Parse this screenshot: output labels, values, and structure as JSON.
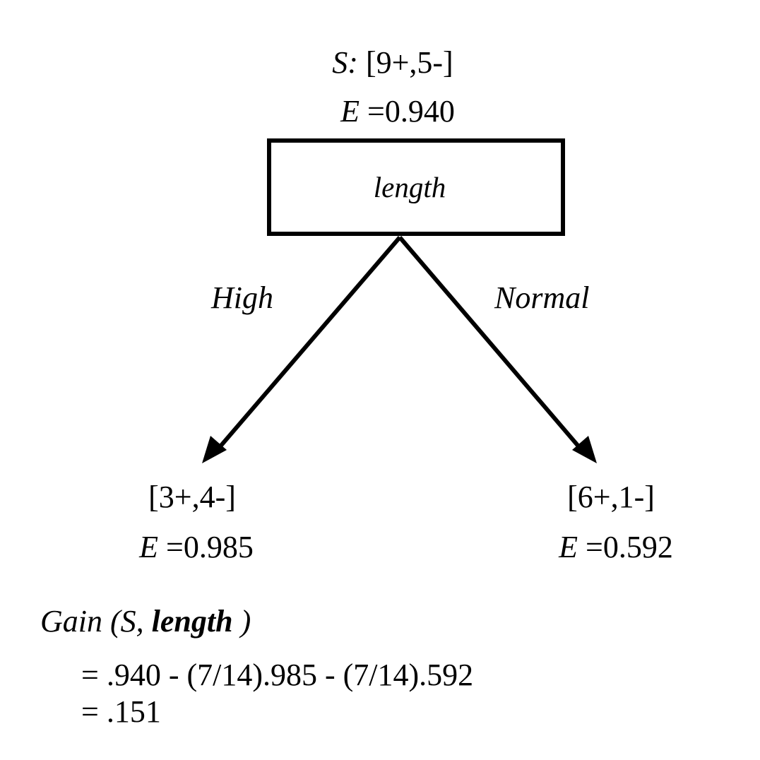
{
  "root": {
    "set_symbol": "S",
    "set_sep": ":",
    "counts": "[9+,5-]",
    "entropy_symbol": "E",
    "entropy_eq": "=",
    "entropy_value": "0.940"
  },
  "attribute": {
    "label": "length"
  },
  "branches": {
    "left_label": "High",
    "right_label": "Normal"
  },
  "left_child": {
    "counts": "[3+,4-]",
    "entropy_symbol": "E",
    "entropy_eq": "=",
    "entropy_value": "0.985"
  },
  "right_child": {
    "counts": "[6+,1-]",
    "entropy_symbol": "E",
    "entropy_eq": "=",
    "entropy_value": "0.592"
  },
  "gain": {
    "prefix": "Gain (S, ",
    "attribute": "length",
    "suffix": " )",
    "line1": "= .940 - (7/14).985 - (7/14).592",
    "line2": "= .151"
  },
  "colors": {
    "stroke": "#000000",
    "background": "#ffffff"
  }
}
